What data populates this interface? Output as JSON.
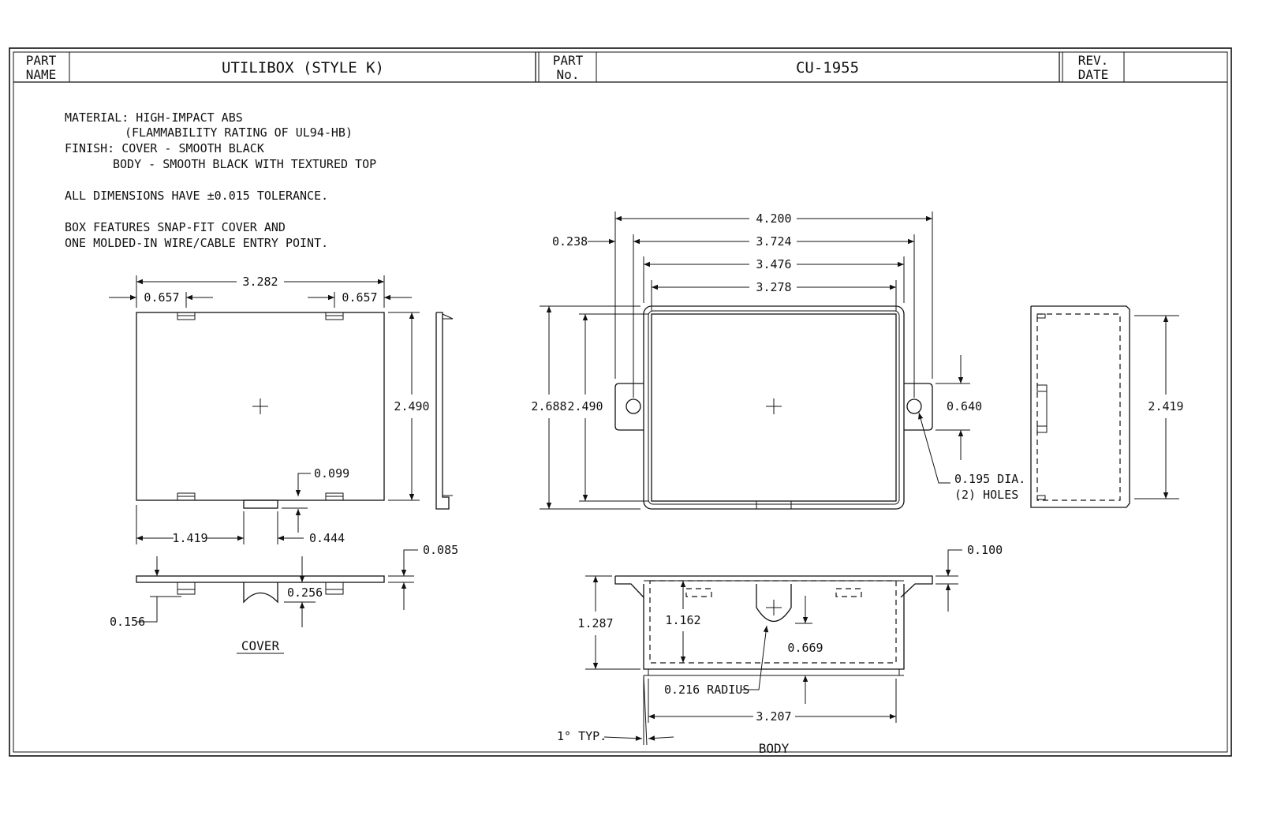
{
  "title_block": {
    "part_name_label_1": "PART",
    "part_name_label_2": "NAME",
    "part_name": "UTILIBOX (STYLE K)",
    "part_no_label_1": "PART",
    "part_no_label_2": "No.",
    "part_no": "CU-1955",
    "rev_label_1": "REV.",
    "rev_label_2": "DATE",
    "rev_value": ""
  },
  "notes": {
    "line1": "MATERIAL: HIGH-IMPACT ABS",
    "line2": "(FLAMMABILITY RATING OF UL94-HB)",
    "line3": "FINISH: COVER - SMOOTH BLACK",
    "line4": "BODY - SMOOTH BLACK WITH TEXTURED TOP",
    "line5": "ALL DIMENSIONS HAVE ±0.015 TOLERANCE.",
    "line6": "BOX FEATURES SNAP-FIT COVER AND",
    "line7": "ONE MOLDED-IN WIRE/CABLE ENTRY POINT."
  },
  "cover": {
    "label": "COVER",
    "width": "3.282",
    "tab_offset_left": "0.657",
    "tab_offset_right": "0.657",
    "height": "2.490",
    "notch": "0.099",
    "notch_pos": "1.419",
    "notch_width": "0.444",
    "thickness": "0.085",
    "tab_depth": "0.156",
    "notch_depth": "0.256"
  },
  "body": {
    "label": "BODY",
    "overall_width": "4.200",
    "hole_spacing": "3.724",
    "outer_width": "3.476",
    "inner_width": "3.278",
    "flange_offset": "0.238",
    "overall_height": "2.688",
    "inner_height": "2.490",
    "flange_width": "0.640",
    "holes": "0.195 DIA.",
    "holes_count": "(2) HOLES",
    "side_height": "2.419",
    "depth": "1.287",
    "inner_depth": "1.162",
    "flange_thickness": "0.100",
    "entry_depth": "0.669",
    "entry_radius": "0.216 RADIUS",
    "bottom_width": "3.207",
    "draft": "1° TYP."
  }
}
